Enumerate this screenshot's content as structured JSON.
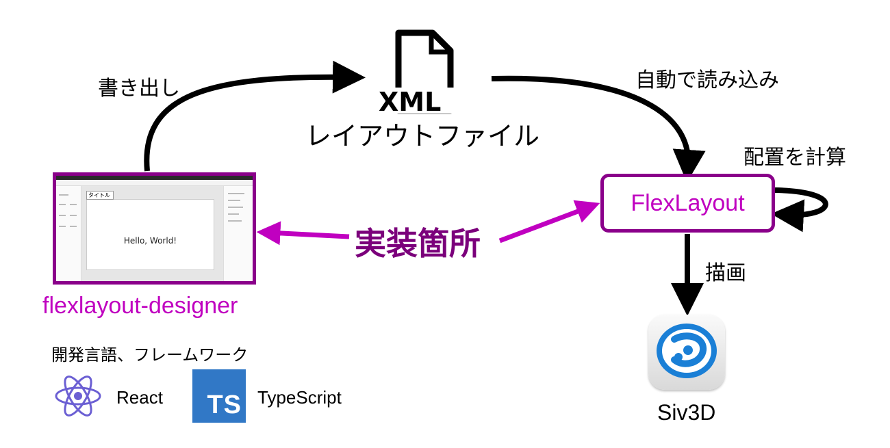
{
  "labels": {
    "export": "書き出し",
    "auto_load": "自動で読み込み",
    "compute_layout": "配置を計算",
    "draw": "描画",
    "implementation": "実装箇所"
  },
  "file": {
    "icon": "xml-file-icon",
    "badge": "XML",
    "caption": "レイアウトファイル"
  },
  "designer": {
    "screenshot": {
      "title_field": "タイトル",
      "canvas_text": "Hello, World!"
    },
    "name": "flexlayout-designer"
  },
  "flexlayout": {
    "name": "FlexLayout"
  },
  "siv3d": {
    "icon": "siv3d-logo-icon",
    "name": "Siv3D"
  },
  "tech": {
    "heading": "開発言語、フレームワーク",
    "react": {
      "icon": "react-icon",
      "label": "React"
    },
    "typescript": {
      "icon": "typescript-icon",
      "badge": "TS",
      "label": "TypeScript"
    }
  },
  "colors": {
    "purple_border": "#8a008a",
    "magenta_text": "#c000c0",
    "emphasis_text": "#7b007b",
    "arrow_black": "#000000",
    "ts_blue": "#3178c6",
    "react_purple": "#6b5fd3",
    "siv_blue": "#1a7fd6"
  }
}
